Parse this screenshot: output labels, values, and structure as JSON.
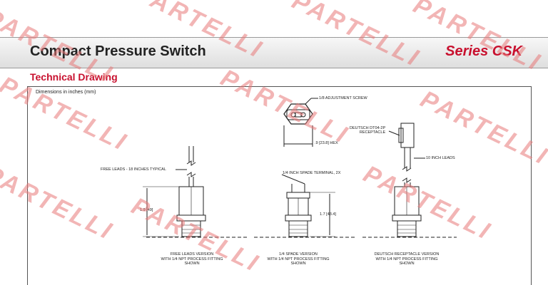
{
  "header": {
    "title": "Compact Pressure Switch",
    "series": "Series CSK"
  },
  "section": {
    "heading": "Technical Drawing",
    "units_note": "Dimensions in inches (mm)"
  },
  "callouts": {
    "adjustment_screw": "1/8 ADJUSTMENT SCREW",
    "hex": ".9 [23.8] HEX",
    "free_leads_length": "FREE LEADS - 18 INCHES TYPICAL",
    "spade_terminal": "1/4 INCH SPADE TERMINAL, 2X",
    "deutsch_receptacle": "DEUTSCH DT04-2P\nRECEPTACLE",
    "ten_inch_leads": "10 INCH LEADS",
    "dim_free_leads": "1.9 [49]",
    "dim_spade": "1.7 [43.4]"
  },
  "captions": {
    "free_leads": "FREE LEADS VERSION\nWITH 1/4 NPT PROCESS FITTING\nSHOWN",
    "spade": "1/4 SPADE VERSION\nWITH 1/4 NPT PROCESS FITTING\nSHOWN",
    "deutsch": "DEUTSCH RECEPTACLE VERSION\nWITH 1/4 NPT PROCESS FITTING\nSHOWN"
  },
  "watermark": "PARTELLI",
  "colors": {
    "accent": "#c8102e",
    "watermark": "#e87878"
  }
}
